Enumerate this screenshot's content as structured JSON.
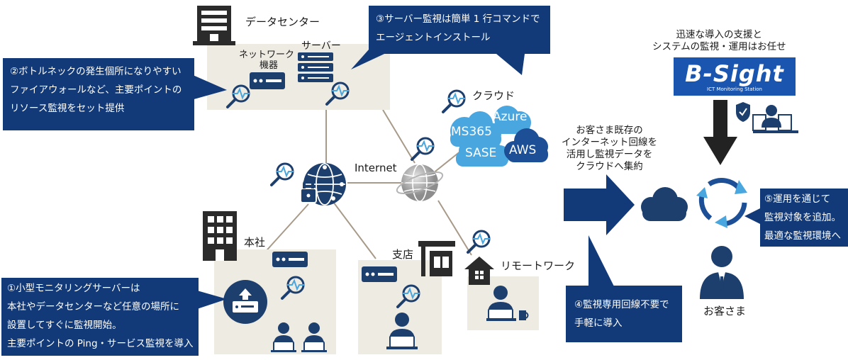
{
  "locations": {
    "datacenter": "データセンター",
    "network_device": [
      "ネットワーク",
      "機器"
    ],
    "server": "サーバー",
    "cloud": "クラウド",
    "internet": "Internet",
    "headquarters": "本社",
    "branch": "支店",
    "remote_work": "リモートワーク",
    "customer": "お客さま"
  },
  "cloud_services": [
    "Azure",
    "MS365",
    "SASE",
    "AWS"
  ],
  "callouts": {
    "c1": [
      "①小型モニタリングサーバーは",
      "本社やデータセンターなど任意の場所に",
      "設置してすぐに監視開始。",
      "主要ポイントの Ping・サービス監視を導入"
    ],
    "c2": [
      "②ボトルネックの発生個所になりやすい",
      "ファイアウォールなど、主要ポイントの",
      "リソース監視をセット提供"
    ],
    "c3": [
      "③サーバー監視は簡単 1 行コマンドで",
      "エージェントインストール"
    ],
    "c4": [
      "④監視専用回線不要で",
      "手軽に導入"
    ],
    "c5": [
      "⑤運用を通じて",
      "監視対象を追加。",
      "最適な監視環境へ"
    ]
  },
  "notes": {
    "collect": [
      "お客さま既存の",
      "インターネット回線を",
      "活用し監視データを",
      "クラウドへ集約"
    ],
    "bsight": [
      "迅速な導入の支援と",
      "システムの監視・運用はお任せ"
    ]
  },
  "logo": {
    "name": "B-Sight",
    "subtitle": "ICT Monitoring Station"
  },
  "colors": {
    "navy": "#123a78",
    "icon": "#1d3f6e",
    "zone": "#eeebe3",
    "line": "#a89a88",
    "cloud_light": "#4aa6df",
    "cloud_dark": "#1d4f96"
  }
}
